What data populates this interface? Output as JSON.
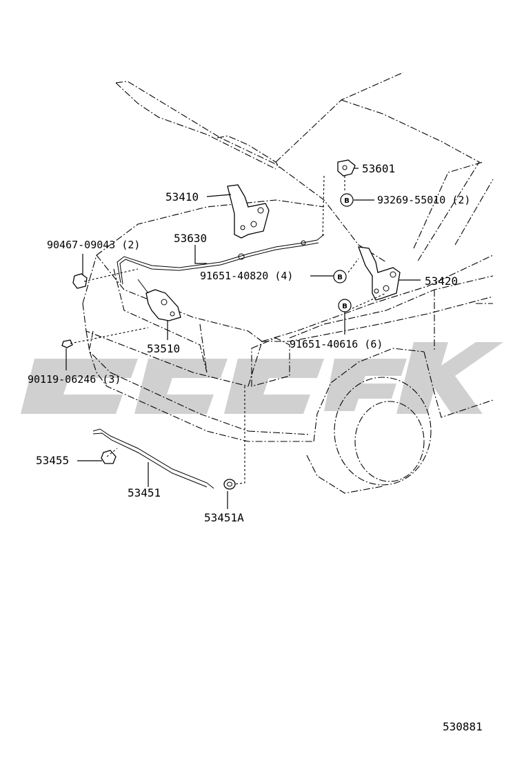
{
  "parts": {
    "p53410": "53410",
    "p53630": "53630",
    "p53601": "53601",
    "p93269": "93269-55010 (2)",
    "p90467": "90467-09043 (2)",
    "p91651a": "91651-40820 (4)",
    "p53420": "53420",
    "p91651b": "91651-40616 (6)",
    "p53510": "53510",
    "p90119": "90119-06246 (3)",
    "p53455": "53455",
    "p53451": "53451",
    "p53451A": "53451A"
  },
  "badge_letter": "B",
  "figure_number": "530881",
  "icons": [
    "hood-hinge-icon",
    "hood-latch-icon",
    "hood-lock-cable-icon",
    "bolt-icon",
    "clip-icon",
    "grommet-icon"
  ]
}
